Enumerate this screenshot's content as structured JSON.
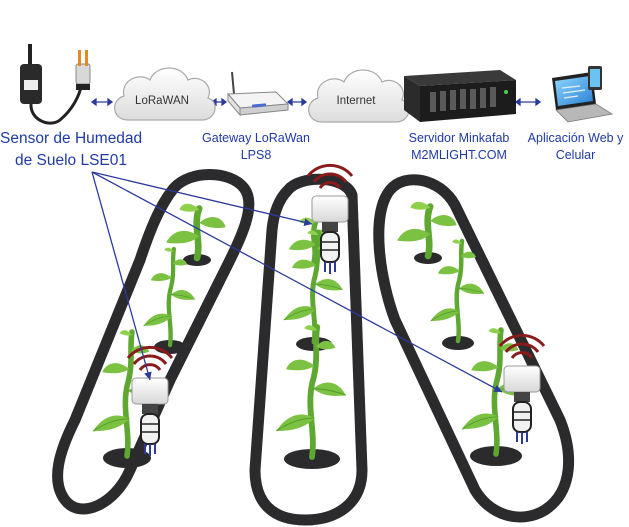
{
  "nodes": {
    "sensor": {
      "line1": "Sensor de Humedad",
      "line2": "de Suelo LSE01"
    },
    "cloud_lorawan": {
      "label": "LoRaWAN"
    },
    "gateway": {
      "line1": "Gateway LoRaWan",
      "line2": "LPS8"
    },
    "cloud_internet": {
      "label": "Internet"
    },
    "server": {
      "line1": "Servidor Minkafab",
      "line2": "M2MLIGHT.COM"
    },
    "app": {
      "line1": "Aplicación Web y",
      "line2": "Celular"
    }
  },
  "colors": {
    "label_text": "#1f3aa6",
    "pointer_line": "#2b3a9c",
    "track": "#2b2b2e",
    "plant": "#7cc242",
    "plant_dark": "#4f9a2c",
    "signal": "#8b1a1a"
  }
}
